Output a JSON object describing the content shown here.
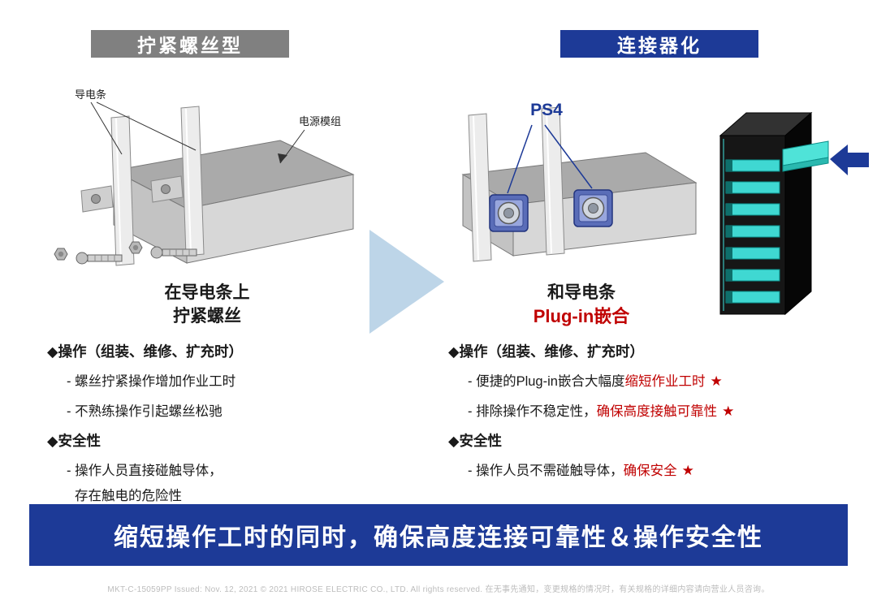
{
  "headers": {
    "left": "拧紧螺丝型",
    "right": "连接器化"
  },
  "left_panel": {
    "busbar_label": "导电条",
    "module_label": "电源模组",
    "caption1": "在导电条上",
    "caption2": "拧紧螺丝",
    "op_title": "◆操作（组装、维修、扩充时）",
    "op_item1": "- 螺丝拧紧操作增加作业工时",
    "op_item2": "- 不熟练操作引起螺丝松驰",
    "safety_title": "◆安全性",
    "safety_item1": "- 操作人员直接碰触导体，",
    "safety_item2": "存在触电的危险性"
  },
  "right_panel": {
    "connector_label": "PS4",
    "caption1": "和导电条",
    "caption2": "Plug-in嵌合",
    "op_title": "◆操作（组装、维修、扩充时）",
    "op_item1_black": "- 便捷的Plug-in嵌合大幅度",
    "op_item1_red": "缩短作业工时",
    "op_item1_star": "★",
    "op_item2_black": "- 排除操作不稳定性，",
    "op_item2_red": "确保高度接触可靠性",
    "op_item2_star": "★",
    "safety_title": "◆安全性",
    "safety_item1_black": "- 操作人员不需碰触导体，",
    "safety_item1_red": "确保安全",
    "safety_item1_star": "★"
  },
  "banner": "缩短操作工时的同时，确保高度连接可靠性＆操作安全性",
  "footer": "MKT-C-15059PP  Issued: Nov. 12, 2021  © 2021 HIROSE ELECTRIC CO., LTD. All rights reserved.  在无事先通知，变更规格的情况时，有关规格的详细内容请向营业人员咨询。",
  "colors": {
    "header_gray": "#808080",
    "brand_blue": "#1d3a97",
    "accent_red": "#c00000",
    "transition_arrow": "#bdd5e8",
    "module_cyan": "#3fd8d2"
  }
}
